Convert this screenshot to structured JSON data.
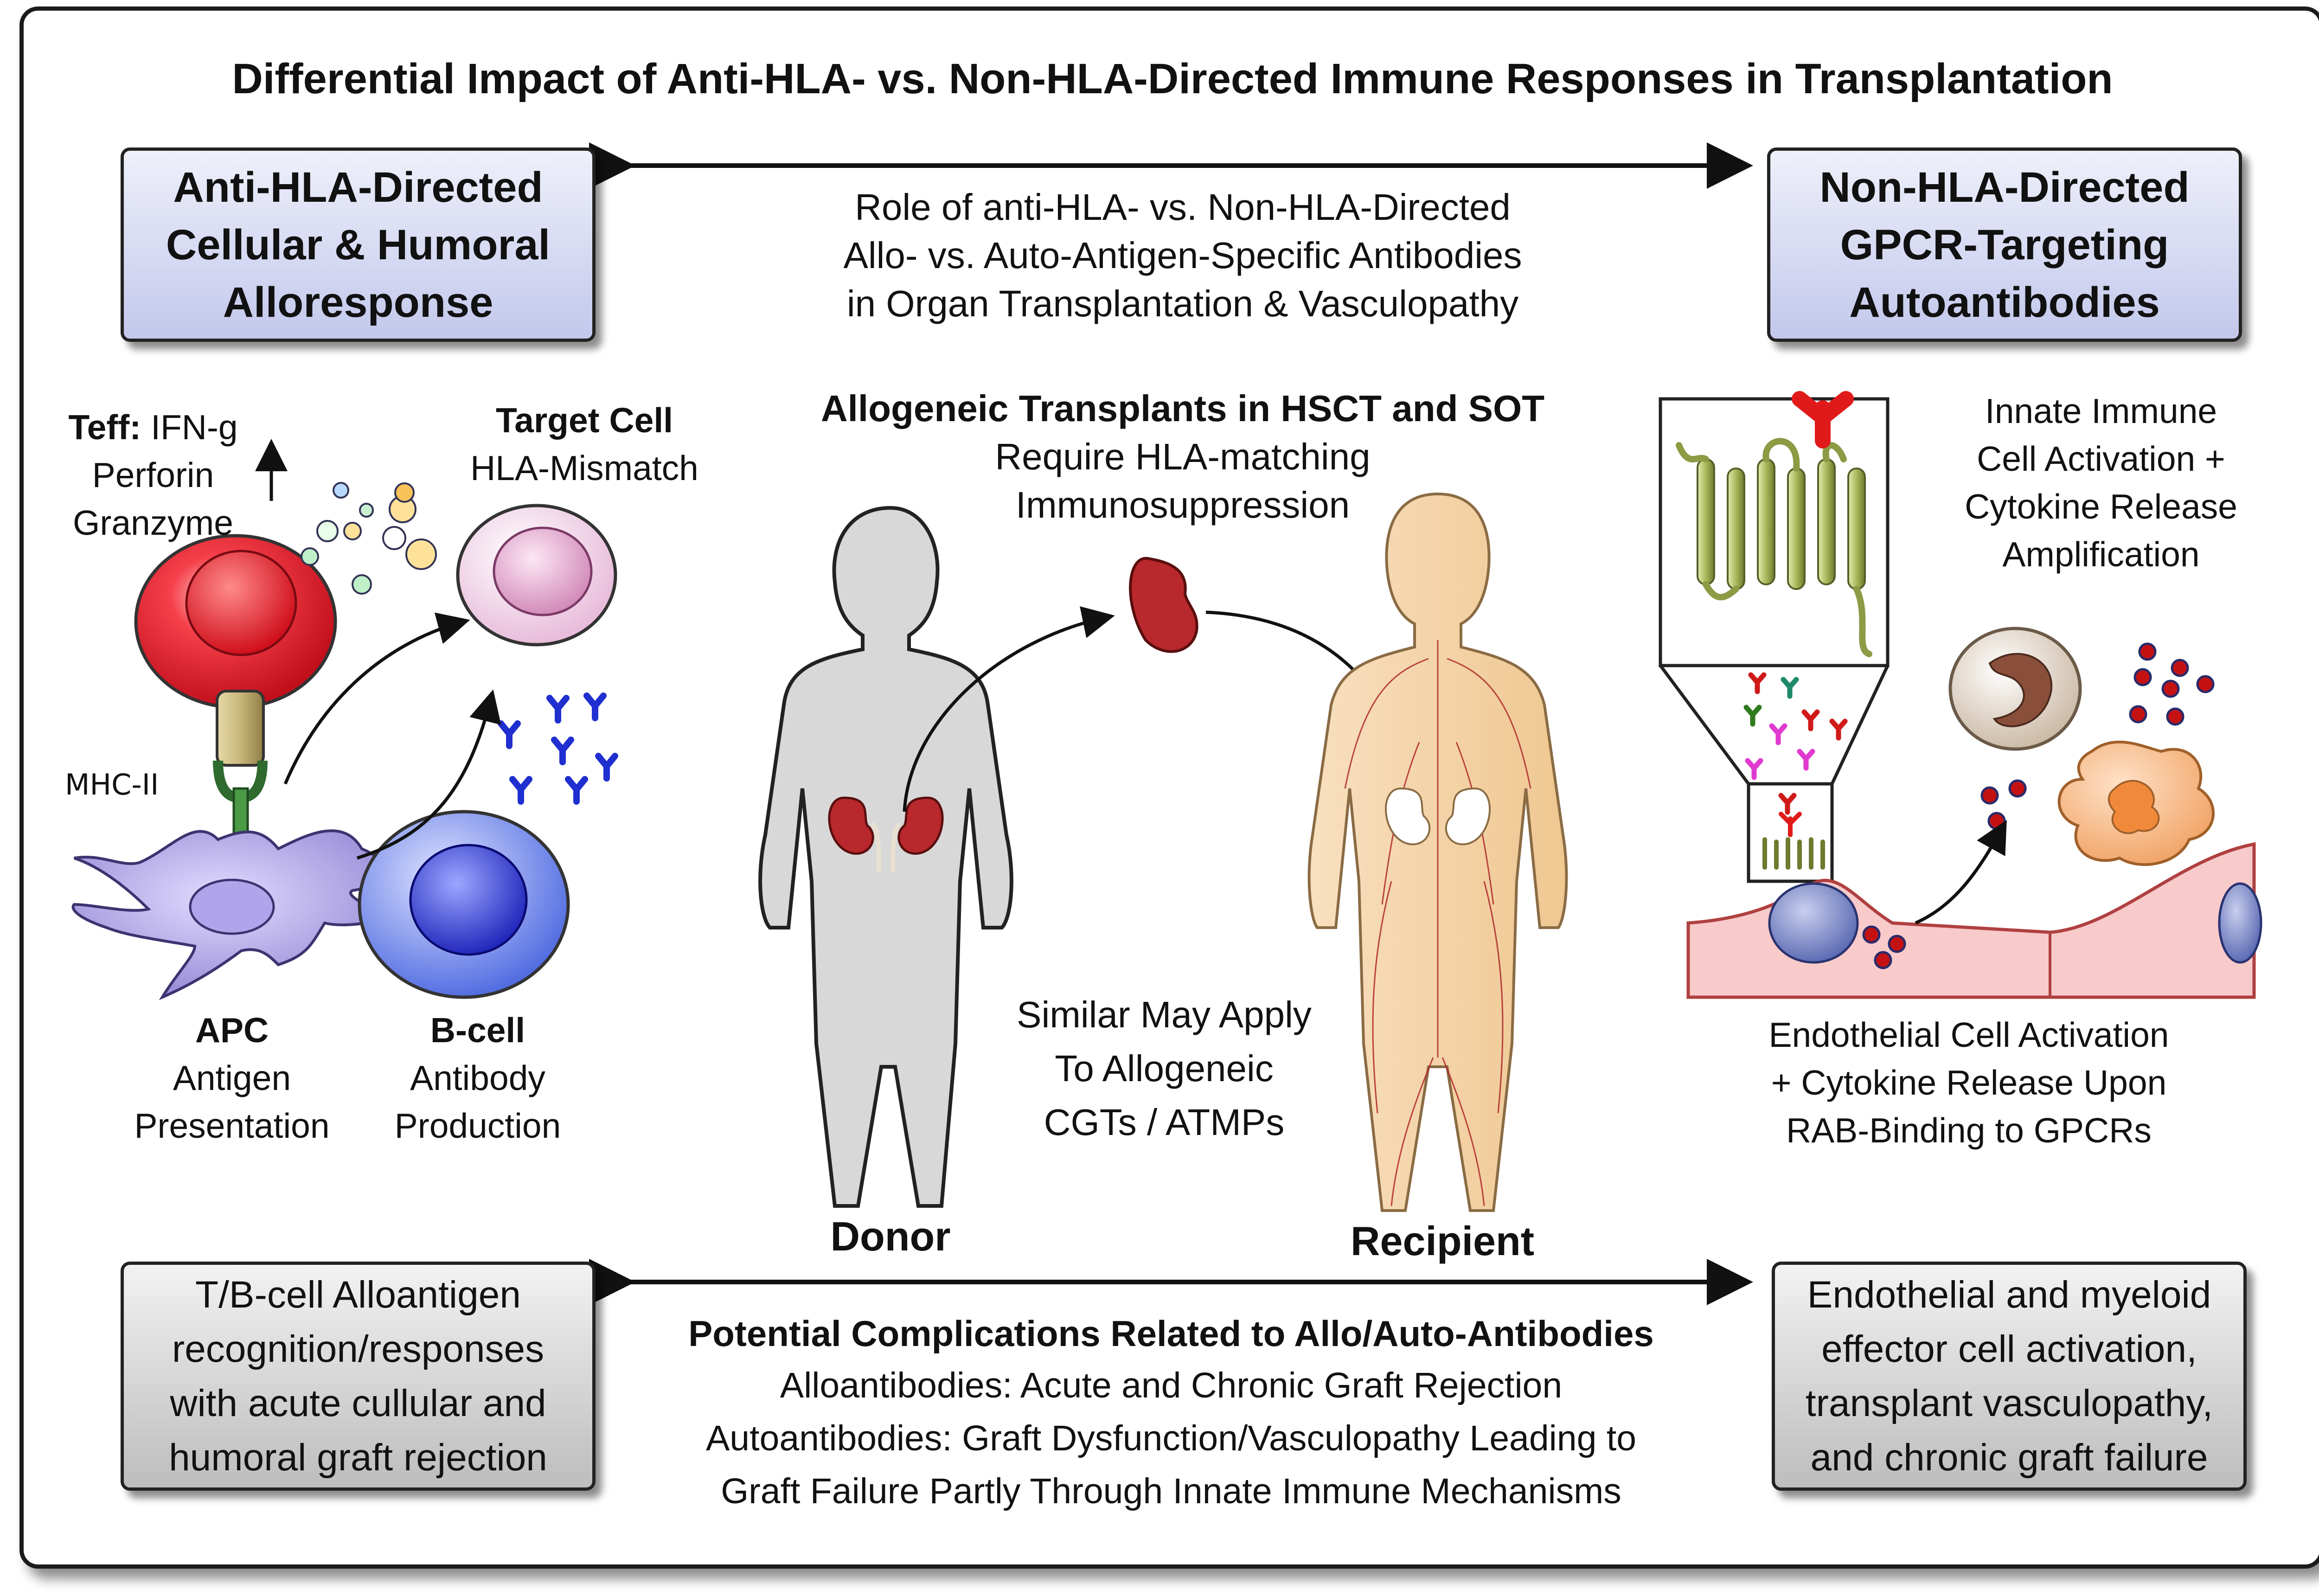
{
  "title": "Differential Impact of Anti-HLA- vs. Non-HLA-Directed Immune Responses in Transplantation",
  "left_header": [
    "Anti-HLA-Directed",
    "Cellular & Humoral",
    "Alloresponse"
  ],
  "right_header": [
    "Non-HLA-Directed",
    "GPCR-Targeting",
    "Autoantibodies"
  ],
  "center_top": [
    "Role of anti-HLA- vs. Non-HLA-Directed",
    "Allo- vs. Auto-Antigen-Specific Antibodies",
    "in Organ Transplantation & Vasculopathy"
  ],
  "center_mid": {
    "heading": "Allogeneic Transplants in HSCT and SOT",
    "lines": [
      "Require HLA-matching",
      "Immunosuppression"
    ]
  },
  "similar": [
    "Similar May Apply",
    "To Allogeneic",
    "CGTs / ATMPs"
  ],
  "donor": "Donor",
  "recipient": "Recipient",
  "left_panel": {
    "teff_label": "Teff:",
    "teff_lines": [
      "IFN-g",
      "Perforin",
      "Granzyme"
    ],
    "target_cell": "Target Cell",
    "target_sub": "HLA-Mismatch",
    "mhc": "MHC-II",
    "apc": "APC",
    "apc_sub": [
      "Antigen",
      "Presentation"
    ],
    "bcell": "B-cell",
    "bcell_sub": [
      "Antibody",
      "Production"
    ]
  },
  "right_panel": {
    "innate": [
      "Innate Immune",
      "Cell Activation +",
      "Cytokine Release",
      "Amplification"
    ],
    "endothelial": [
      "Endothelial Cell Activation",
      "+ Cytokine Release Upon",
      "RAB-Binding to GPCRs"
    ]
  },
  "bottom_left": [
    "T/B-cell Alloantigen",
    "recognition/responses",
    "with acute cullular and",
    "humoral graft rejection"
  ],
  "bottom_right": [
    "Endothelial and myeloid",
    "effector cell activation,",
    "transplant vasculopathy,",
    "and chronic graft failure"
  ],
  "complications": {
    "heading": "Potential Complications Related to Allo/Auto-Antibodies",
    "lines": [
      "Alloantibodies: Acute and Chronic Graft Rejection",
      "Autoantibodies: Graft Dysfunction/Vasculopathy Leading to",
      "Graft Failure Partly Through Innate Immune Mechanisms"
    ]
  },
  "colors": {
    "header_blue": "#c3c8ec",
    "box_grey": "#bdbdbd",
    "kidney_red": "#b8282c",
    "body_grey": "#d6d6d6",
    "body_skin": "#f4d3a6",
    "endothelium": "#f7c9c9",
    "bcell_blue": "#2f3fd6",
    "apc_purple": "#9b8fd6"
  },
  "icons": [
    "tcell-icon",
    "target-cell-icon",
    "apc-dendritic-icon",
    "bcell-icon",
    "antibody-icon",
    "kidney-icon",
    "donor-body-icon",
    "recipient-body-icon",
    "gpcr-receptor-icon",
    "endothelium-icon",
    "macrophage-icon",
    "neutrophil-icon"
  ]
}
